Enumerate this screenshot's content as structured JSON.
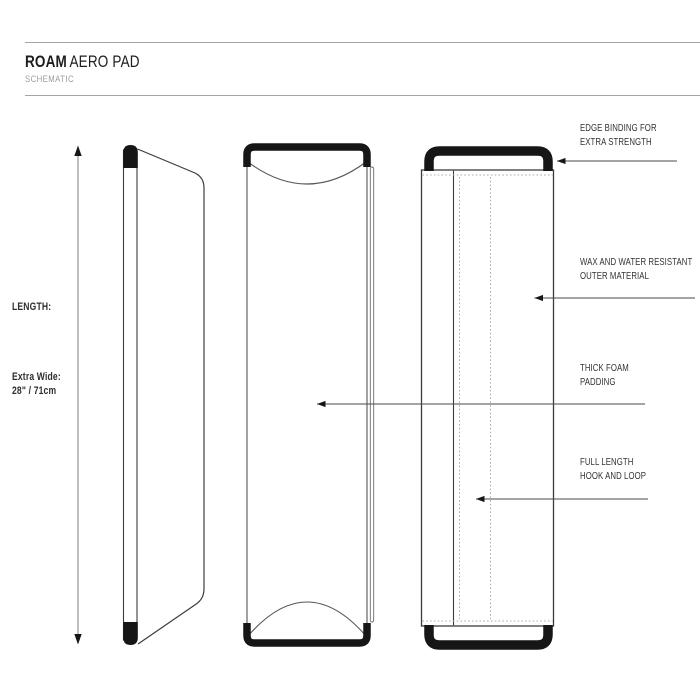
{
  "header": {
    "brand": "ROAM",
    "product": "AERO PAD",
    "subtitle": "SCHEMATIC"
  },
  "measurements": {
    "length_label": "LENGTH:",
    "width_label_line1": "Extra Wide:",
    "width_label_line2": "28\" / 71cm"
  },
  "annotations": [
    {
      "name": "edge-binding",
      "line1": "EDGE BINDING FOR",
      "line2": "EXTRA STRENGTH"
    },
    {
      "name": "outer-material",
      "line1": "WAX AND WATER RESISTANT",
      "line2": "OUTER MATERIAL"
    },
    {
      "name": "foam-padding",
      "line1": "THICK FOAM",
      "line2": "PADDING"
    },
    {
      "name": "hook-and-loop",
      "line1": "FULL LENGTH",
      "line2": "HOOK AND LOOP"
    }
  ],
  "icons": {
    "length_arrow": "vertical-double-arrow",
    "annotation_arrow": "left-pointing-arrow"
  },
  "colors": {
    "ink": "#161616",
    "outline": "#3c3c3c",
    "thin_line": "#6b6b6b",
    "stitch": "#ababab",
    "muted_text": "#9c9c9c",
    "rule": "#a6a6a6"
  }
}
